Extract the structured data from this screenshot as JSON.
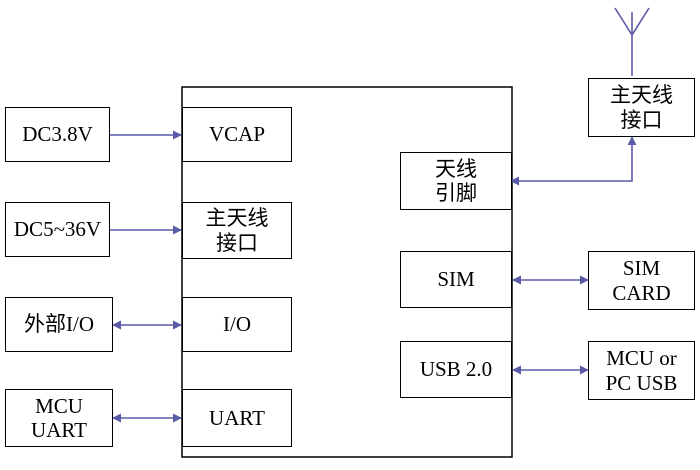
{
  "colors": {
    "line": "#5a5aa8",
    "border": "#000000",
    "background": "#ffffff"
  },
  "module": {
    "left_blocks": {
      "vcap": "VCAP",
      "antenna_port": [
        "主天线",
        "接口"
      ],
      "io": "I/O",
      "uart": "UART"
    },
    "right_blocks": {
      "antenna_pin": [
        "天线",
        "引脚"
      ],
      "sim": "SIM",
      "usb": "USB 2.0"
    }
  },
  "external_left": {
    "dc38": "DC3.8V",
    "dc536": "DC5~36V",
    "ext_io": "外部I/O",
    "mcu_uart": [
      "MCU",
      "UART"
    ]
  },
  "external_right": {
    "main_antenna": [
      "主天线",
      "接口"
    ],
    "sim_card": [
      "SIM",
      "CARD"
    ],
    "mcu_pc_usb": [
      "MCU or",
      "PC USB"
    ]
  },
  "icons": {
    "antenna": "antenna-icon"
  }
}
